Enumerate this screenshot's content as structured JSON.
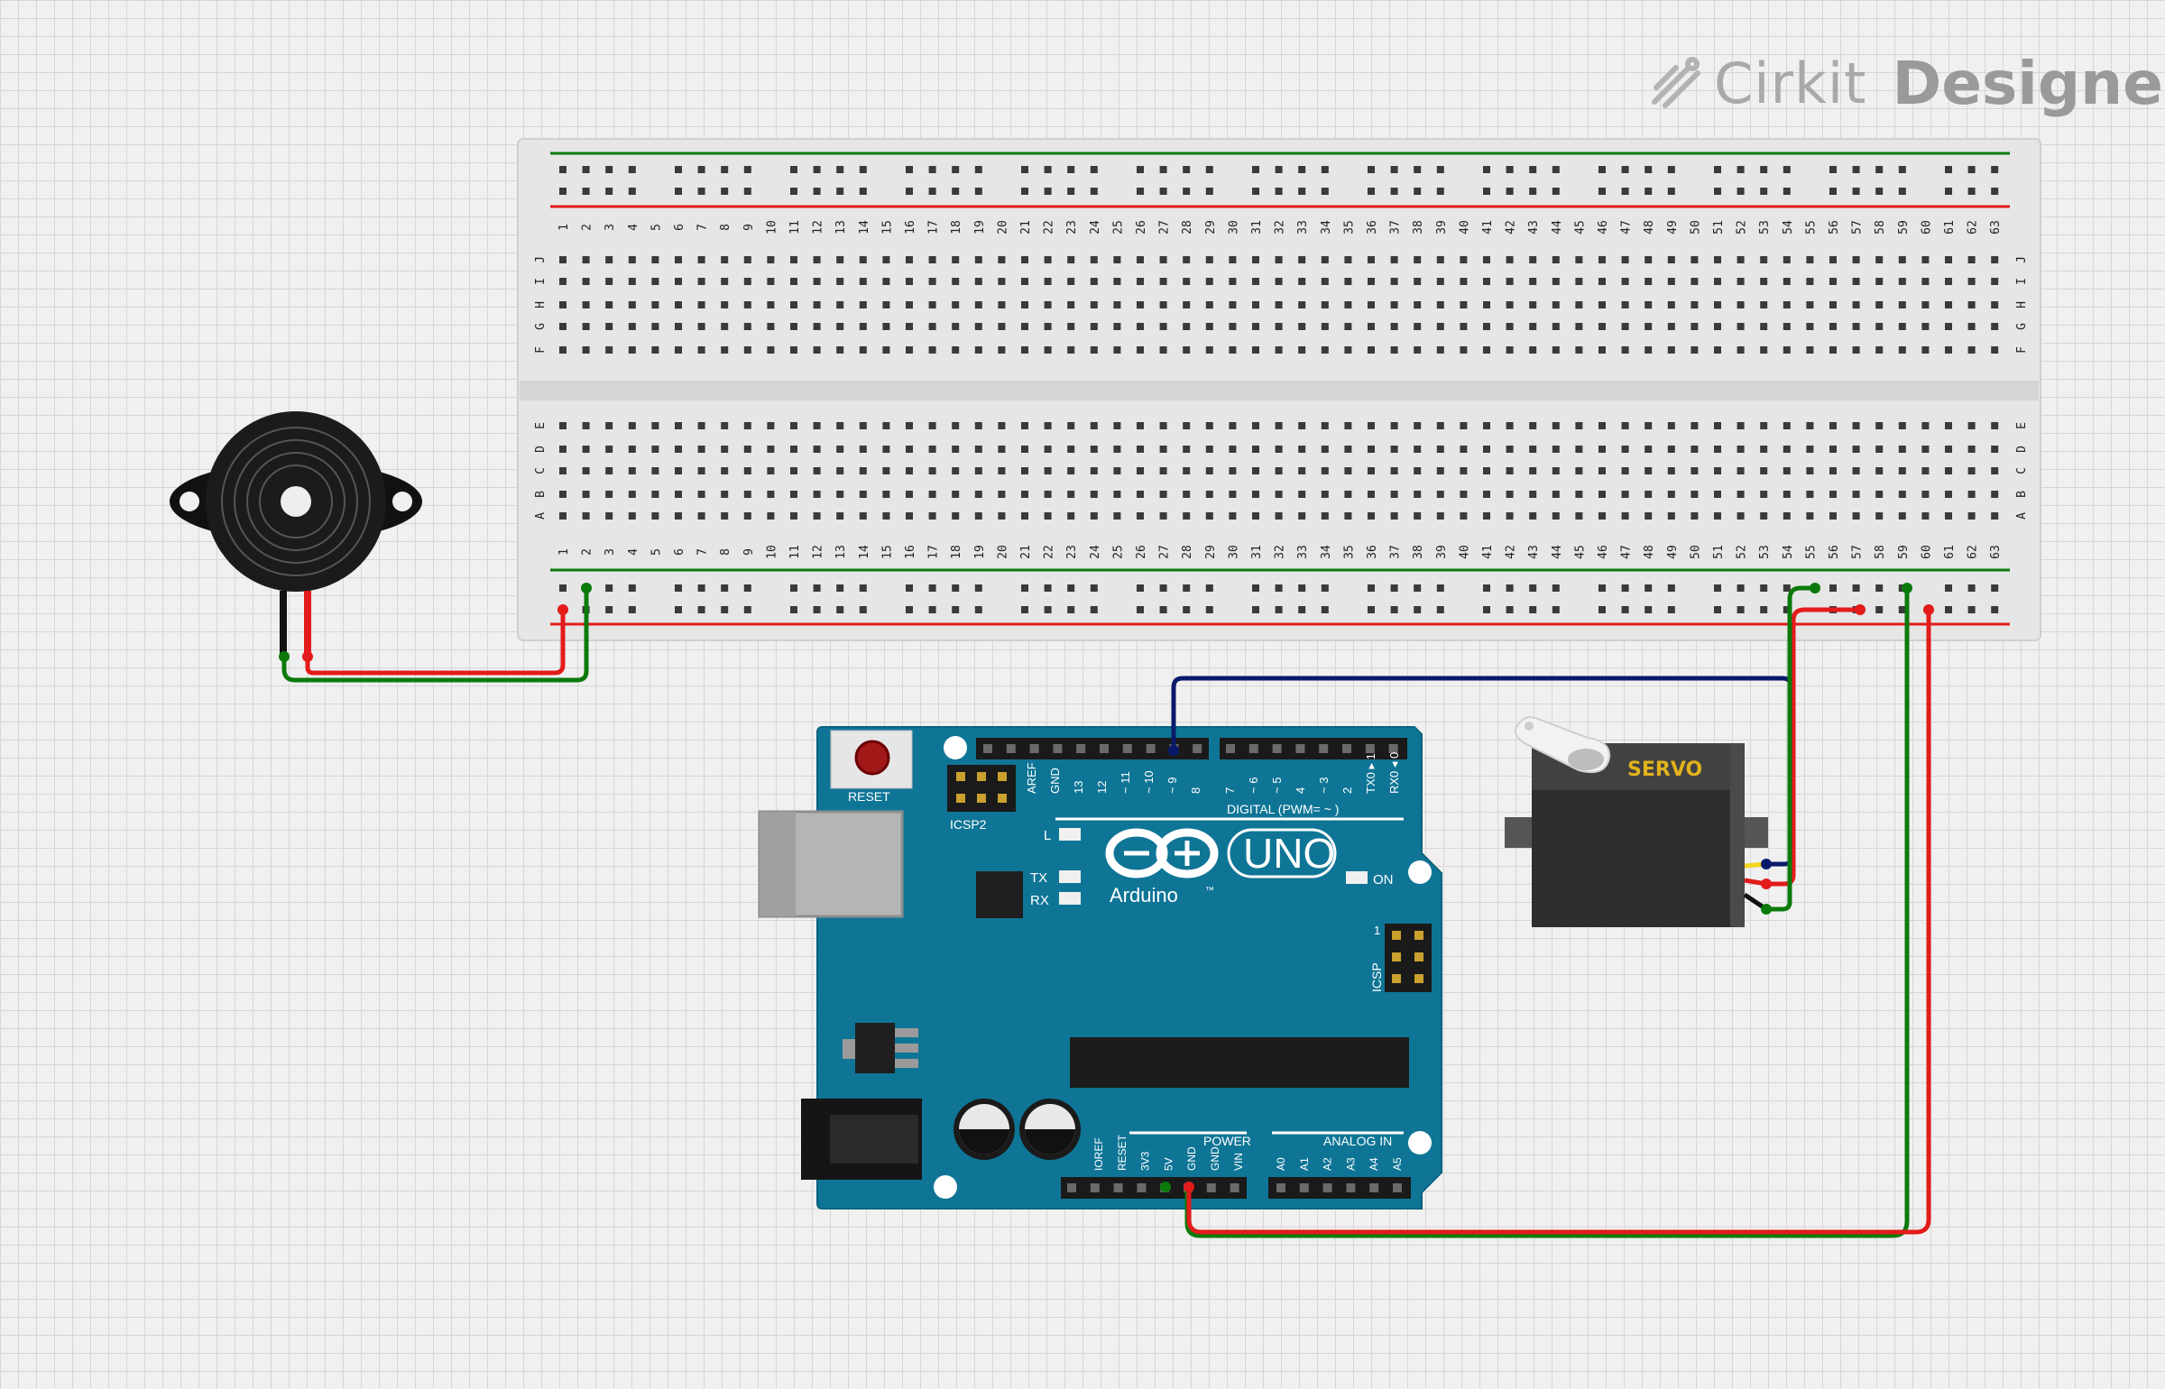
{
  "logo": {
    "brand": "Cirkit",
    "product": "Designer",
    "icon": "cirkit-logo-icon"
  },
  "breadboard": {
    "columns": 63,
    "row_letters_top": [
      "J",
      "I",
      "H",
      "G",
      "F"
    ],
    "row_letters_bottom": [
      "E",
      "D",
      "C",
      "B",
      "A"
    ]
  },
  "arduino": {
    "brand": "Arduino",
    "model": "UNO",
    "tm": "™",
    "reset_label": "RESET",
    "icsp2_label": "ICSP2",
    "icsp_label": "ICSP",
    "icsp_pin1": "1",
    "led_l": "L",
    "led_tx": "TX",
    "led_rx": "RX",
    "led_on": "ON",
    "digital_label": "DIGITAL (PWM= ~ )",
    "power_label": "POWER",
    "analog_label": "ANALOG IN",
    "digital_pins": [
      "AREF",
      "GND",
      "13",
      "12",
      "~ 11",
      "~ 10",
      "~ 9",
      "8",
      "7",
      "~ 6",
      "~ 5",
      "4",
      "~ 3",
      "2",
      "TX0 ▸ 1",
      "RX0 ◂ 0"
    ],
    "power_pins": [
      "IOREF",
      "RESET",
      "3V3",
      "5V",
      "GND",
      "GND",
      "VIN"
    ],
    "analog_pins": [
      "A0",
      "A1",
      "A2",
      "A3",
      "A4",
      "A5"
    ]
  },
  "servo": {
    "label": "SERVO"
  },
  "colors": {
    "wire_green": "#0b7a0b",
    "wire_red": "#e31b1b",
    "wire_navy": "#0a1a6b",
    "board_blue": "#0f7596",
    "rail_green": "#0b7a0b",
    "rail_red": "#e31b1b"
  }
}
